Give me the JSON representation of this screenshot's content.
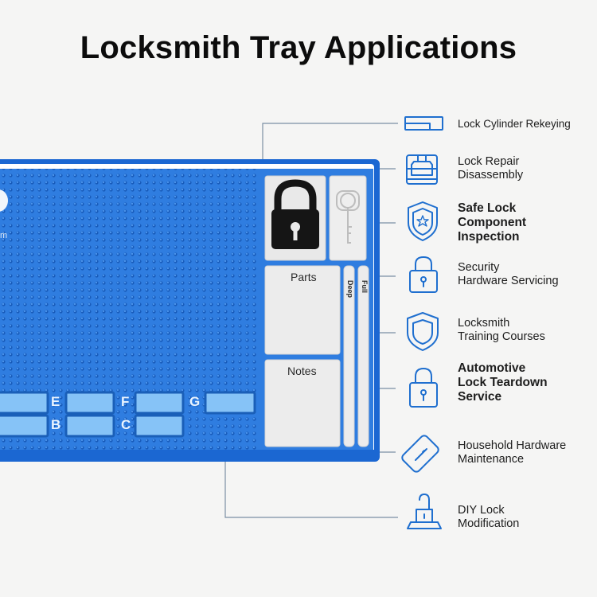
{
  "title": "Locksmith Tray Applications",
  "applications": [
    {
      "label": "Lock Cylinder Rekeying",
      "icon": "lock-cylinder-icon"
    },
    {
      "label": "Lock Repair\nDisassembly",
      "icon": "lock-repair-icon"
    },
    {
      "label": "Safe Lock\nComponent\nInspection",
      "icon": "safe-shield-icon"
    },
    {
      "label": "Security\nHardware Servicing",
      "icon": "padlock-icon"
    },
    {
      "label": "Locksmith\nTraining Courses",
      "icon": "shield-icon"
    },
    {
      "label": "Automotive\nLock Teardown\nService",
      "icon": "padlock-icon"
    },
    {
      "label": "Household Hardware\nMaintenance",
      "icon": "phone-tool-icon"
    },
    {
      "label": "DIY Lock\nModification",
      "icon": "diy-lock-icon"
    }
  ],
  "tray": {
    "parts_label": "Parts",
    "notes_label": "Notes",
    "slot_labels": [
      "E",
      "F",
      "G",
      "B",
      "C"
    ],
    "vertical_labels": [
      "Deep",
      "Full"
    ],
    "logo_text": "m",
    "colors": {
      "tray_blue": "#2f7de0",
      "frame": "#1b67d2",
      "white": "#ffffff",
      "icon_blue": "#1f6fcf"
    }
  }
}
